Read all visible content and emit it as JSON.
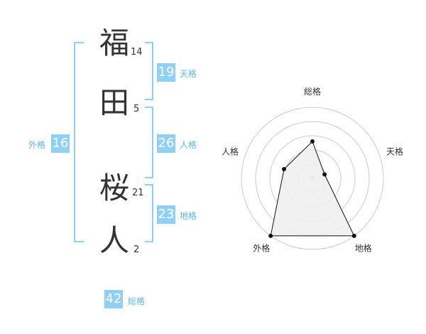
{
  "name": {
    "chars": [
      {
        "char": "福",
        "strokes": "14"
      },
      {
        "char": "田",
        "strokes": "5"
      },
      {
        "char": "桜",
        "strokes": "21"
      },
      {
        "char": "人",
        "strokes": "2"
      }
    ]
  },
  "kakusu": {
    "tenkaku": {
      "value": "19",
      "label": "天格"
    },
    "jinkaku": {
      "value": "26",
      "label": "人格"
    },
    "chikaku": {
      "value": "23",
      "label": "地格"
    },
    "gaikaku": {
      "value": "16",
      "label": "外格"
    },
    "soukaku": {
      "value": "42",
      "label": "総格"
    }
  },
  "chart_data": {
    "type": "radar",
    "axes": [
      "総格",
      "天格",
      "地格",
      "外格",
      "人格"
    ],
    "values": [
      2.6,
      0.9,
      5,
      5,
      2.1
    ],
    "rmax": 5,
    "rings": 5,
    "colors": {
      "fill": "#eeeeee",
      "stroke": "#111111",
      "grid": "#cccccc"
    }
  }
}
